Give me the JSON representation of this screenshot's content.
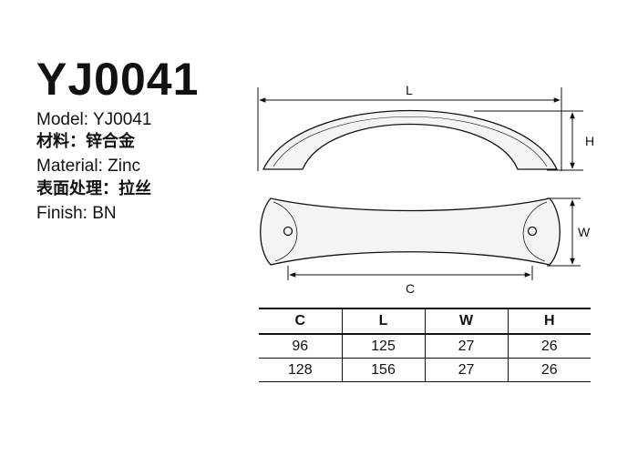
{
  "product": {
    "model_code": "YJ0041",
    "specs": [
      {
        "text": "Model: YJ0041",
        "lang": "en"
      },
      {
        "text": "材料：锌合金",
        "lang": "cn"
      },
      {
        "text": "Material: Zinc",
        "lang": "en"
      },
      {
        "text": "表面处理：拉丝",
        "lang": "cn"
      },
      {
        "text": "Finish: BN",
        "lang": "en"
      }
    ]
  },
  "drawing": {
    "dim_L": "L",
    "dim_H": "H",
    "dim_W": "W",
    "dim_C": "C"
  },
  "dimensions_table": {
    "headers": [
      "C",
      "L",
      "W",
      "H"
    ],
    "rows": [
      [
        "96",
        "125",
        "27",
        "26"
      ],
      [
        "128",
        "156",
        "27",
        "26"
      ]
    ]
  }
}
